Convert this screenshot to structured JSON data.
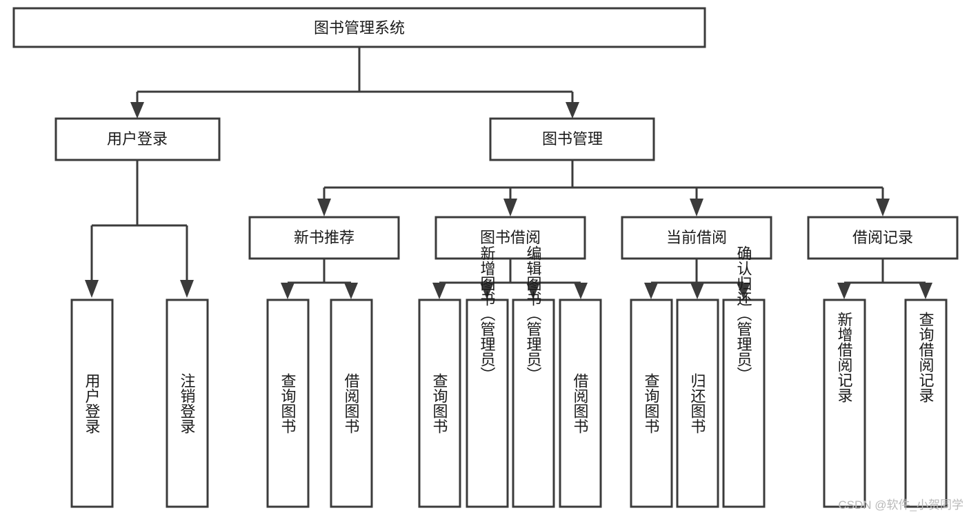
{
  "diagram": {
    "type": "tree",
    "title_node": {
      "id": "root",
      "label": "图书管理系统"
    },
    "level1": [
      {
        "id": "user-login",
        "label": "用户登录"
      },
      {
        "id": "book-management",
        "label": "图书管理"
      }
    ],
    "level2": [
      {
        "id": "new-book-recommend",
        "label": "新书推荐",
        "parent": "book-management"
      },
      {
        "id": "book-borrow",
        "label": "图书借阅",
        "parent": "book-management"
      },
      {
        "id": "current-borrow",
        "label": "当前借阅",
        "parent": "book-management"
      },
      {
        "id": "borrow-record",
        "label": "借阅记录",
        "parent": "book-management"
      }
    ],
    "leaves": [
      {
        "id": "leaf-user-login",
        "label": "用户登录",
        "parent": "user-login"
      },
      {
        "id": "leaf-logout-login",
        "label": "注销登录",
        "parent": "user-login"
      },
      {
        "id": "leaf-query-book-1",
        "label": "查询图书",
        "parent": "new-book-recommend"
      },
      {
        "id": "leaf-borrow-book-1",
        "label": "借阅图书",
        "parent": "new-book-recommend"
      },
      {
        "id": "leaf-query-book-2",
        "label": "查询图书",
        "parent": "book-borrow"
      },
      {
        "id": "leaf-add-book",
        "label": "新增图书（管理员）",
        "parent": "book-borrow"
      },
      {
        "id": "leaf-edit-book",
        "label": "编辑图书（管理员）",
        "parent": "book-borrow"
      },
      {
        "id": "leaf-borrow-book-2",
        "label": "借阅图书",
        "parent": "book-borrow"
      },
      {
        "id": "leaf-query-book-3",
        "label": "查询图书",
        "parent": "current-borrow"
      },
      {
        "id": "leaf-return-book",
        "label": "归还图书",
        "parent": "current-borrow"
      },
      {
        "id": "leaf-confirm-return",
        "label": "确认归还（管理员）",
        "parent": "current-borrow"
      },
      {
        "id": "leaf-add-borrow-record",
        "label": "新增借阅记录",
        "parent": "borrow-record"
      },
      {
        "id": "leaf-query-borrow-record",
        "label": "查询借阅记录",
        "parent": "borrow-record"
      }
    ],
    "colors": {
      "box_stroke": "#3b3b3b",
      "box_fill": "#ffffff",
      "text": "#1a1a1a",
      "background": "#ffffff",
      "watermark": "#b9b9b9"
    }
  },
  "watermark": {
    "text": "CSDN @软件_小贺同学"
  }
}
